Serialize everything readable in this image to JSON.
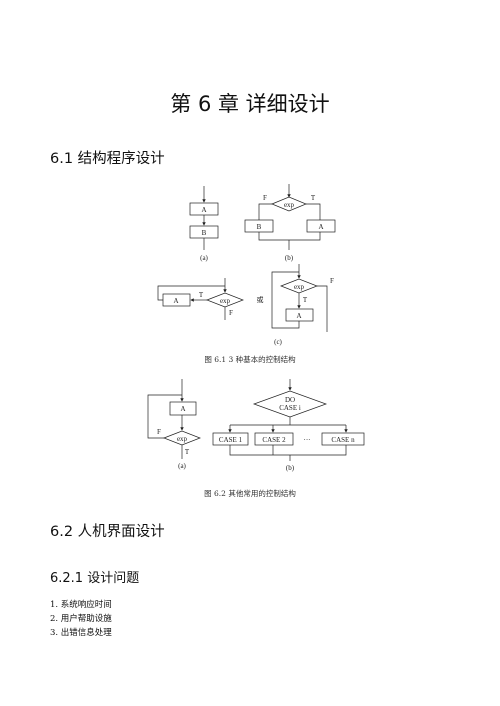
{
  "chapter_title": "第 6 章  详细设计",
  "section_1": {
    "heading": "6.1 结构程序设计"
  },
  "figure_1": {
    "caption": "图 6.1 3 种基本的控制结构",
    "labels": {
      "a_box_top": "A",
      "a_box_bottom": "B",
      "a_sub": "(a)",
      "b_exp": "exp",
      "b_f": "F",
      "b_t": "T",
      "b_left": "B",
      "b_right": "A",
      "b_sub": "(b)",
      "c_left_a": "A",
      "c_left_t": "T",
      "c_left_exp": "exp",
      "c_left_f": "F",
      "c_or": "或",
      "c_right_exp": "exp",
      "c_right_f": "F",
      "c_right_t": "T",
      "c_right_a": "A",
      "c_sub": "(c)"
    }
  },
  "figure_2": {
    "caption": "图 6.2 其他常用的控制结构",
    "labels": {
      "a_box": "A",
      "a_exp": "exp",
      "a_f": "F",
      "a_t": "T",
      "a_sub": "(a)",
      "b_do": "DO",
      "b_case": "CASE i",
      "b_case1": "CASE 1",
      "b_case2": "CASE 2",
      "b_dots": "···",
      "b_casen": "CASE n",
      "b_sub": "(b)"
    }
  },
  "section_2": {
    "heading": "6.2 人机界面设计"
  },
  "subsection_1": {
    "heading": "6.2.1 设计问题",
    "items": [
      "1.  系统响应时间",
      "2.  用户帮助设施",
      "3.  出错信息处理"
    ]
  }
}
